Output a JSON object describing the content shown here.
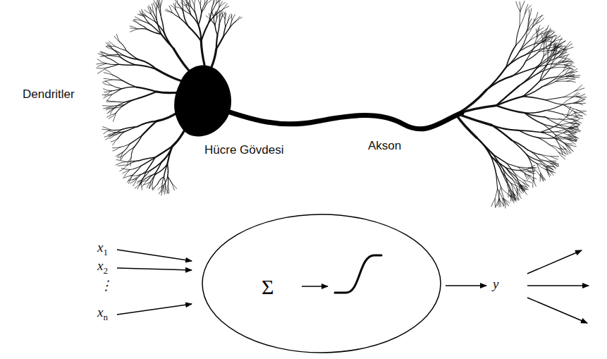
{
  "diagram": {
    "nodes": [
      {
        "text": [
          "Σ"
        ]
      }
    ],
    "labels": [
      "Dendritler",
      "Hücre Gövdesi",
      "Akson",
      "x1",
      "x2",
      "⋮",
      "xn",
      "y"
    ]
  }
}
